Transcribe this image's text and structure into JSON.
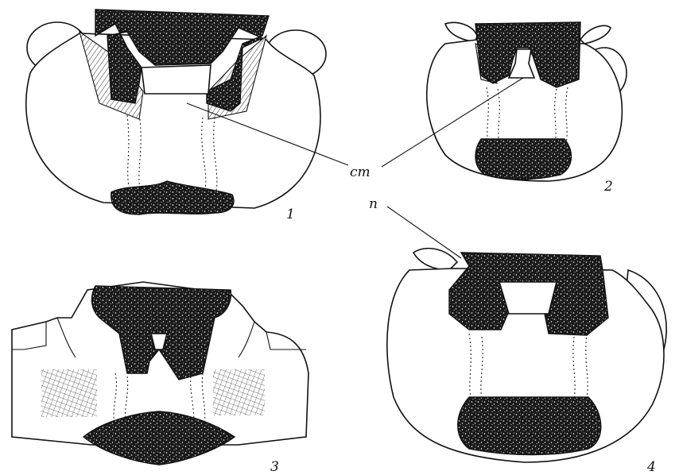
{
  "figure": {
    "labels": {
      "fig1": "1",
      "fig2": "2",
      "fig3": "3",
      "fig4": "4",
      "cm": "cm",
      "n": "n"
    }
  }
}
